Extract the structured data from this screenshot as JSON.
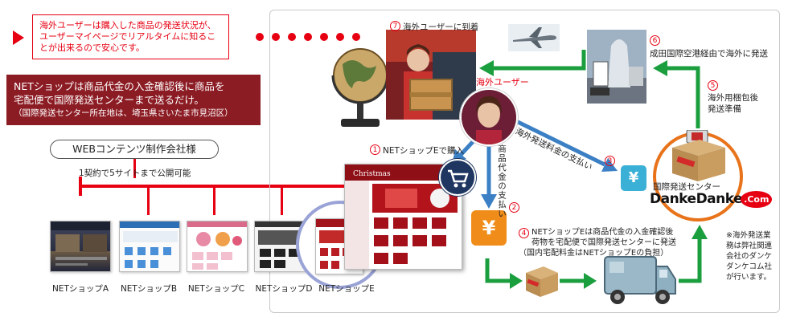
{
  "top_note": "海外ユーザーは購入した商品の発送状況が、\nユーザーマイページでリアルタイムに知るこ\nとが出来るので安心です。",
  "banner": {
    "line1": "NETショップは商品代金の入金確認後に商品を\n宅配便で国際発送センターまで送るだけ。",
    "line2": "（国際発送センター所在地は、埼玉県さいたま市見沼区）"
  },
  "web_company": "WEBコンテンツ制作会社様",
  "contract_note": "1契約で5サイトまで公開可能",
  "shops": [
    "NETショップA",
    "NETショップB",
    "NETショップC",
    "NETショップD",
    "NETショップE"
  ],
  "steps": {
    "s1": {
      "num": "1",
      "text": "NETショップEで購入"
    },
    "s2": {
      "num": "2",
      "text": "商品代金の支払い"
    },
    "s3": {
      "num": "3",
      "text": "海外発送料金の支払い"
    },
    "s4": {
      "num": "4",
      "text": "NETショップEは商品代金の入金確認後\n荷物を宅配便で国際発送センターに発送\n（国内宅配料金はNETショップEの負担）"
    },
    "s5": {
      "num": "5",
      "text": "海外用梱包後\n発送準備"
    },
    "s6": {
      "num": "6",
      "text": "成田国際空港経由で海外に発送"
    },
    "s7": {
      "num": "7",
      "text": "海外ユーザーに到着"
    }
  },
  "overseas_user": "海外ユーザー",
  "center_label": "国際発送センター",
  "brand": {
    "name": "DankeDanke",
    "suffix": ".Com"
  },
  "footnote": "※海外発送業務は弊社関連会社のダンケダンケコム社が行います。",
  "shop_thumb_text": "Christmas",
  "colors": {
    "red": "#e60012",
    "green": "#1b9e3e",
    "blue": "#3b7fc4",
    "orange": "#e8731a",
    "maroon": "#8c1c24"
  }
}
